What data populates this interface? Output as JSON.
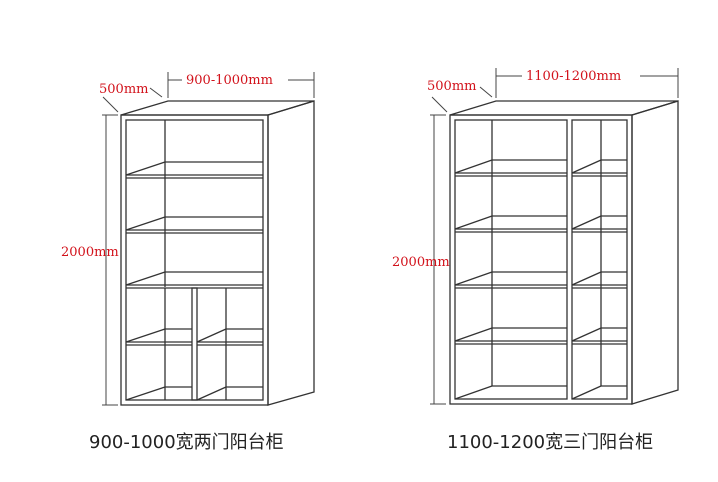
{
  "colors": {
    "line": "#333333",
    "dimension_text": "#d2121b"
  },
  "left_cabinet": {
    "depth_label": "500mm",
    "width_label": "900-1000mm",
    "height_label": "2000mm",
    "caption": "900-1000宽两门阳台柜"
  },
  "right_cabinet": {
    "depth_label": "500mm",
    "width_label": "1100-1200mm",
    "height_label": "2000mm",
    "caption": "1100-1200宽三门阳台柜"
  }
}
